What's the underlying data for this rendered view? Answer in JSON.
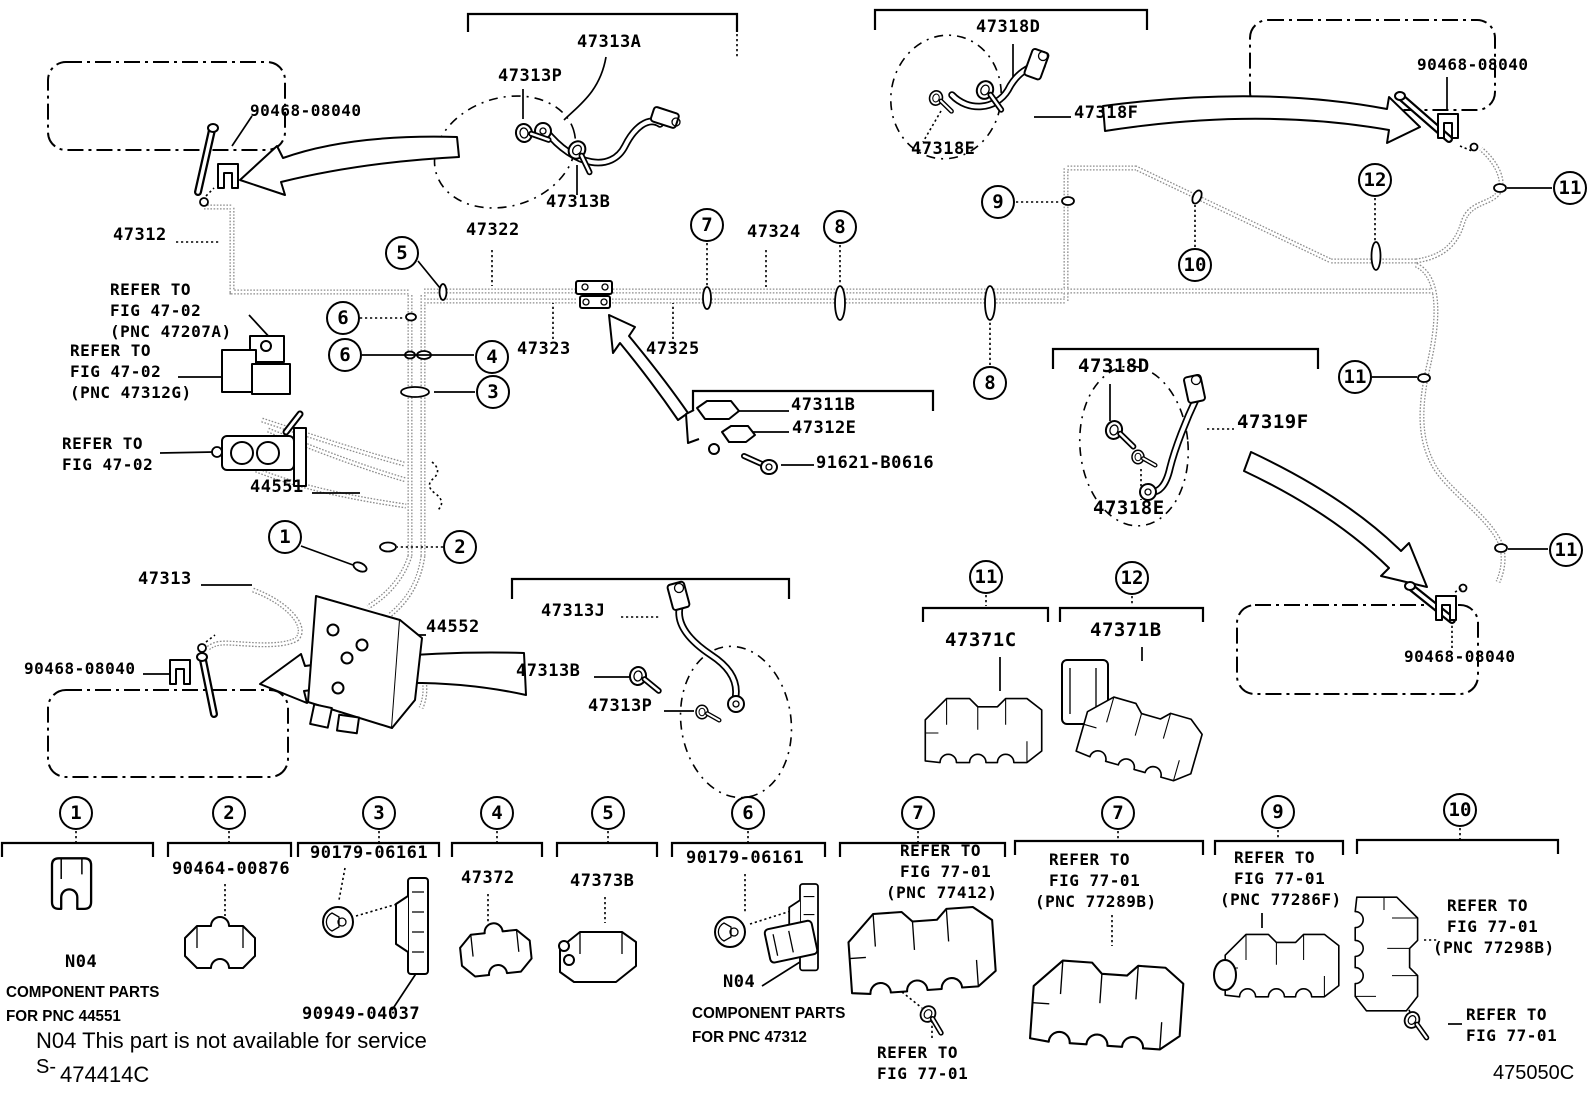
{
  "figure": {
    "code_prefix": "S-",
    "figure_number": "474414C",
    "page_number": "475050C",
    "availability_note": "N04 This part is not available for service"
  },
  "callouts": {
    "n1": "1",
    "n2": "2",
    "n3": "3",
    "n4": "4",
    "n5": "5",
    "n6": "6",
    "n7": "7",
    "n8": "8",
    "n9": "9",
    "n10": "10",
    "n11": "11",
    "n12": "12"
  },
  "parts": {
    "p90468": "90468-08040",
    "p47312": "47312",
    "p47313": "47313",
    "p44551": "44551",
    "p44552": "44552",
    "p47313A": "47313A",
    "p47313B": "47313B",
    "p47313P": "47313P",
    "p47313J": "47313J",
    "p47322": "47322",
    "p47323": "47323",
    "p47324": "47324",
    "p47325": "47325",
    "p47311B": "47311B",
    "p47312E": "47312E",
    "p91621": "91621-B0616",
    "p47318D": "47318D",
    "p47318E": "47318E",
    "p47318F": "47318F",
    "p47319F": "47319F",
    "p47371C": "47371C",
    "p47371B": "47371B",
    "p90464": "90464-00876",
    "p90179": "90179-06161",
    "p90949": "90949-04037",
    "p47372": "47372",
    "p47373B": "47373B",
    "pN04": "N04"
  },
  "refer": {
    "r47207A": [
      "REFER TO",
      "FIG 47-02",
      "(PNC 47207A)"
    ],
    "r47312G": [
      "REFER TO",
      "FIG 47-02",
      "(PNC 47312G)"
    ],
    "r4702": [
      "REFER TO",
      "FIG 47-02"
    ],
    "r77412": [
      "REFER TO",
      "FIG 77-01",
      "(PNC 77412)"
    ],
    "r77289B": [
      "REFER TO",
      "FIG 77-01",
      "(PNC 77289B)"
    ],
    "r77286F": [
      "REFER TO",
      "FIG 77-01",
      "(PNC 77286F)"
    ],
    "r77298B": [
      "REFER TO",
      "FIG 77-01",
      "(PNC 77298B)"
    ],
    "r7701": [
      "REFER TO",
      "FIG 77-01"
    ]
  },
  "legend_notes": {
    "comp44551": [
      "COMPONENT PARTS",
      "FOR PNC 44551"
    ],
    "comp47312": [
      "COMPONENT PARTS",
      "FOR PNC 47312"
    ]
  }
}
